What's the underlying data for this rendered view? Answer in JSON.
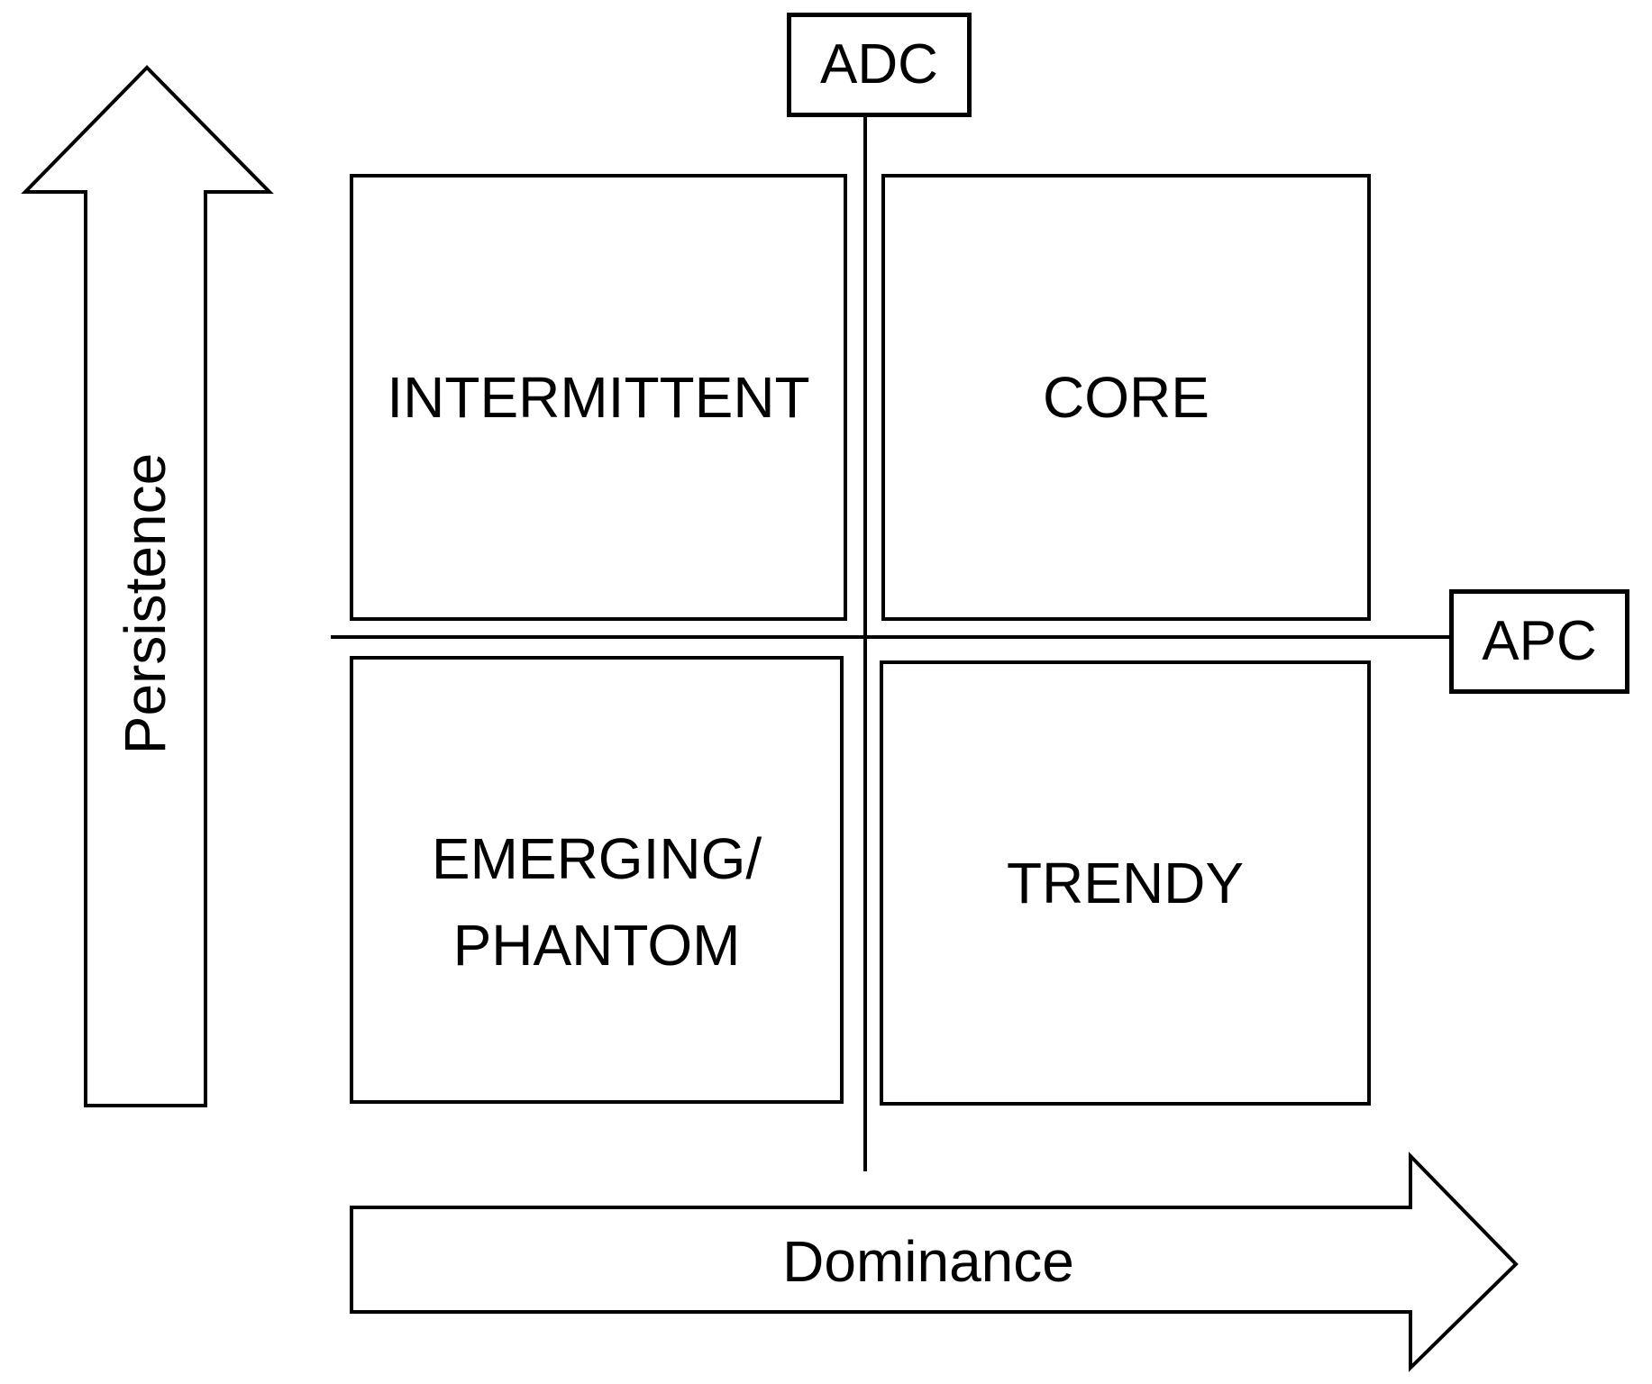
{
  "quadrants": {
    "top_left": {
      "label": "INTERMITTENT"
    },
    "top_right": {
      "label": "CORE"
    },
    "bottom_left": {
      "label": "EMERGING/\nPHANTOM"
    },
    "bottom_right": {
      "label": "TRENDY"
    }
  },
  "axes": {
    "vertical": {
      "label": "Persistence",
      "tag": "ADC"
    },
    "horizontal": {
      "label": "Dominance",
      "tag": "APC"
    }
  },
  "colors": {
    "stroke": "#000000",
    "background": "#ffffff"
  }
}
